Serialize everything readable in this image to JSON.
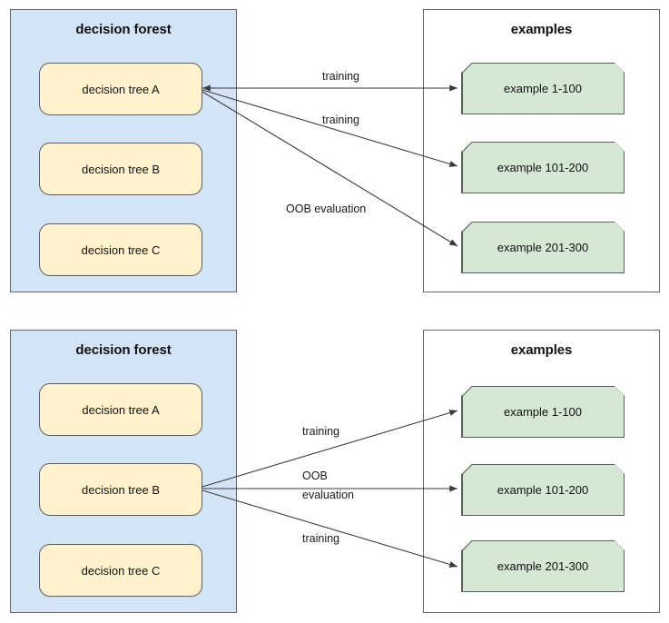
{
  "diagrams": [
    {
      "id": "top",
      "forest_panel": {
        "title": "decision forest"
      },
      "examples_panel": {
        "title": "examples"
      },
      "trees": [
        {
          "label": "decision tree A"
        },
        {
          "label": "decision tree B"
        },
        {
          "label": "decision tree C"
        }
      ],
      "examples": [
        {
          "label": "example 1-100"
        },
        {
          "label": "example 101-200"
        },
        {
          "label": "example 201-300"
        }
      ],
      "active_tree_index": 0,
      "edges": [
        {
          "from": "decision tree A",
          "to": "example 1-100",
          "label": "training"
        },
        {
          "from": "decision tree A",
          "to": "example 101-200",
          "label": "training"
        },
        {
          "from": "decision tree A",
          "to": "example 201-300",
          "label": "OOB evaluation"
        }
      ],
      "edge_labels": [
        {
          "text": "training"
        },
        {
          "text": "training"
        },
        {
          "text": "OOB evaluation"
        }
      ]
    },
    {
      "id": "bottom",
      "forest_panel": {
        "title": "decision forest"
      },
      "examples_panel": {
        "title": "examples"
      },
      "trees": [
        {
          "label": "decision tree A"
        },
        {
          "label": "decision tree B"
        },
        {
          "label": "decision tree C"
        }
      ],
      "examples": [
        {
          "label": "example 1-100"
        },
        {
          "label": "example 101-200"
        },
        {
          "label": "example 201-300"
        }
      ],
      "active_tree_index": 1,
      "edges": [
        {
          "from": "decision tree B",
          "to": "example 1-100",
          "label": "training"
        },
        {
          "from": "decision tree B",
          "to": "example 101-200",
          "label": "OOB evaluation"
        },
        {
          "from": "decision tree B",
          "to": "example 201-300",
          "label": "training"
        }
      ],
      "edge_labels": [
        {
          "text": "training"
        },
        {
          "text": "OOB"
        },
        {
          "text": "evaluation"
        },
        {
          "text": "training"
        }
      ]
    }
  ],
  "colors": {
    "forest_panel_fill": "#d4e4f7",
    "tree_box_fill": "#fff2cc",
    "example_box_fill": "#d5e8d4",
    "border": "#5e5e5e",
    "edge_stroke": "#3b3b3b",
    "text": "#111111",
    "background": "#ffffff"
  }
}
